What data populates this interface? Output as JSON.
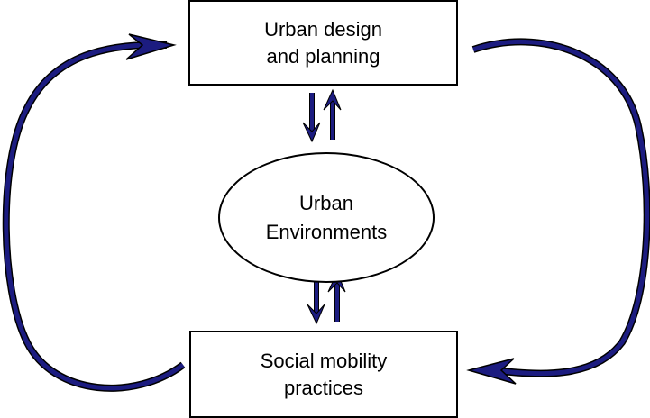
{
  "nodes": {
    "top": {
      "line1": "Urban design",
      "line2": "and planning"
    },
    "center": {
      "line1": "Urban",
      "line2": "Environments"
    },
    "bottom": {
      "line1": "Social mobility",
      "line2": "practices"
    }
  },
  "colors": {
    "arrow": "#1c1c80",
    "outline": "#000000"
  }
}
